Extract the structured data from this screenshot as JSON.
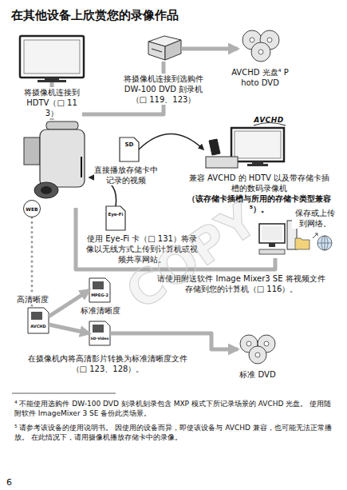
{
  "diagram": {
    "title": "在其他设备上欣赏您的录像作品",
    "nodes": [
      {
        "text": [
          "将摄像机连接到 HDTV（□ 113）"
        ]
      },
      {
        "text": [
          "将摄像机连接到选购件 DW-100 DVD 刻录机（□ 119、123）"
        ]
      },
      {
        "text": [
          "AVCHD 光盘⁴ Photo DVD"
        ]
      },
      {
        "text": [
          "SD",
          "直接播放存储卡中记录的视频"
        ]
      },
      {
        "text": [
          "AVCHD",
          "兼容 AVCHD 的 HDTV 以及带存储卡插槽的数码录像机",
          "（该存储卡插槽与所用的存储卡类型兼容⁵）。"
        ]
      },
      {
        "text": [
          "WEB"
        ]
      },
      {
        "text": [
          "Eye-Fi",
          "使用 Eye-Fi 卡（□ 131）将录像以无线方式上传到计算机或视频共享网站。"
        ]
      },
      {
        "text": [
          "请使用附送软件 Image Mixer3 SE 将视频文件存储到您的计算机（□ 116）。"
        ]
      },
      {
        "text": [
          "保存或上传到网络。"
        ]
      },
      {
        "text": [
          "AVCHD",
          "高清晰度"
        ]
      },
      {
        "text": [
          "MPEG-2",
          "标准清晰度"
        ]
      },
      {
        "text": [
          "SD-Video"
        ]
      },
      {
        "text": [
          "标准 DVD"
        ]
      }
    ],
    "edges": [
      {
        "from": 5,
        "to": 0,
        "arrow": "none"
      },
      {
        "from": 5,
        "to": 1,
        "arrow": "none"
      },
      {
        "from": 1,
        "to": 2,
        "arrow": "to"
      },
      {
        "from": 3,
        "to": 4,
        "arrow": "to"
      },
      {
        "from": 6,
        "to": 5,
        "arrow": "to"
      },
      {
        "from": 5,
        "to": 7,
        "arrow": "none"
      },
      {
        "from": 5,
        "to": 9,
        "arrow": "none"
      },
      {
        "from": 9,
        "to": 10,
        "arrow": "to"
      },
      {
        "from": 9,
        "to": 11,
        "arrow": "to"
      },
      {
        "from": 11,
        "to": 12,
        "arrow": "to"
      }
    ],
    "labels": [
      "在摄像机内将高清影片转换为标准清晰度文件（□ 123、128）。",
      "⁴ 不能使用选购件 DW-100 DVD 刻录机刻录包含 MXP 模式下所记录场景的 AVCHD 光盘。 使用随附软件 ImageMixer 3 SE 备份此类场景。",
      "⁵ 请参考该设备的使用说明书。 因使用的设备而异，即使该设备与 AVCHD 兼容，也可能无法正常播放。 在此情况下，请用摄像机播放存储卡中的录像。",
      "6",
      "COPY"
    ]
  }
}
